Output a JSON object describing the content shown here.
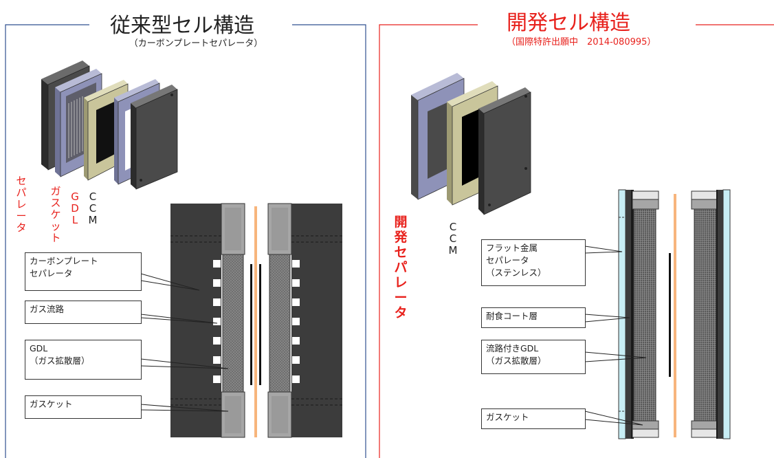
{
  "left_panel": {
    "title": "従来型セル構造",
    "subtitle": "（カーボンプレートセパレータ）",
    "legend": [
      "セパレータ",
      "ガスケット",
      "GDL",
      "CCM"
    ],
    "callouts": [
      "カーボンプレート\nセパレータ",
      "ガス流路",
      "GDL\n（ガス拡散層）",
      "ガスケット"
    ]
  },
  "right_panel": {
    "title": "開発セル構造",
    "subtitle": "（国際特許出願中　2014-080995）",
    "legend": [
      "開発セパレータ",
      "CCM"
    ],
    "callouts": [
      "フラット金属\nセパレータ\n（ステンレス）",
      "耐食コート層",
      "流路付きGDL\n（ガス拡散層）",
      "ガスケット"
    ]
  },
  "colors": {
    "left_border": "#2f4f8f",
    "right_border": "#e8211c",
    "red_text": "#e8211c",
    "plate_dark": "#3c3c3c",
    "gasket_gray": "#a6a6a6",
    "ccm_orange": "#f7b57c",
    "gdl_olive": "#c9c59b",
    "separator_blue": "#8e92b8",
    "metal_cyan": "#c8eef5"
  }
}
